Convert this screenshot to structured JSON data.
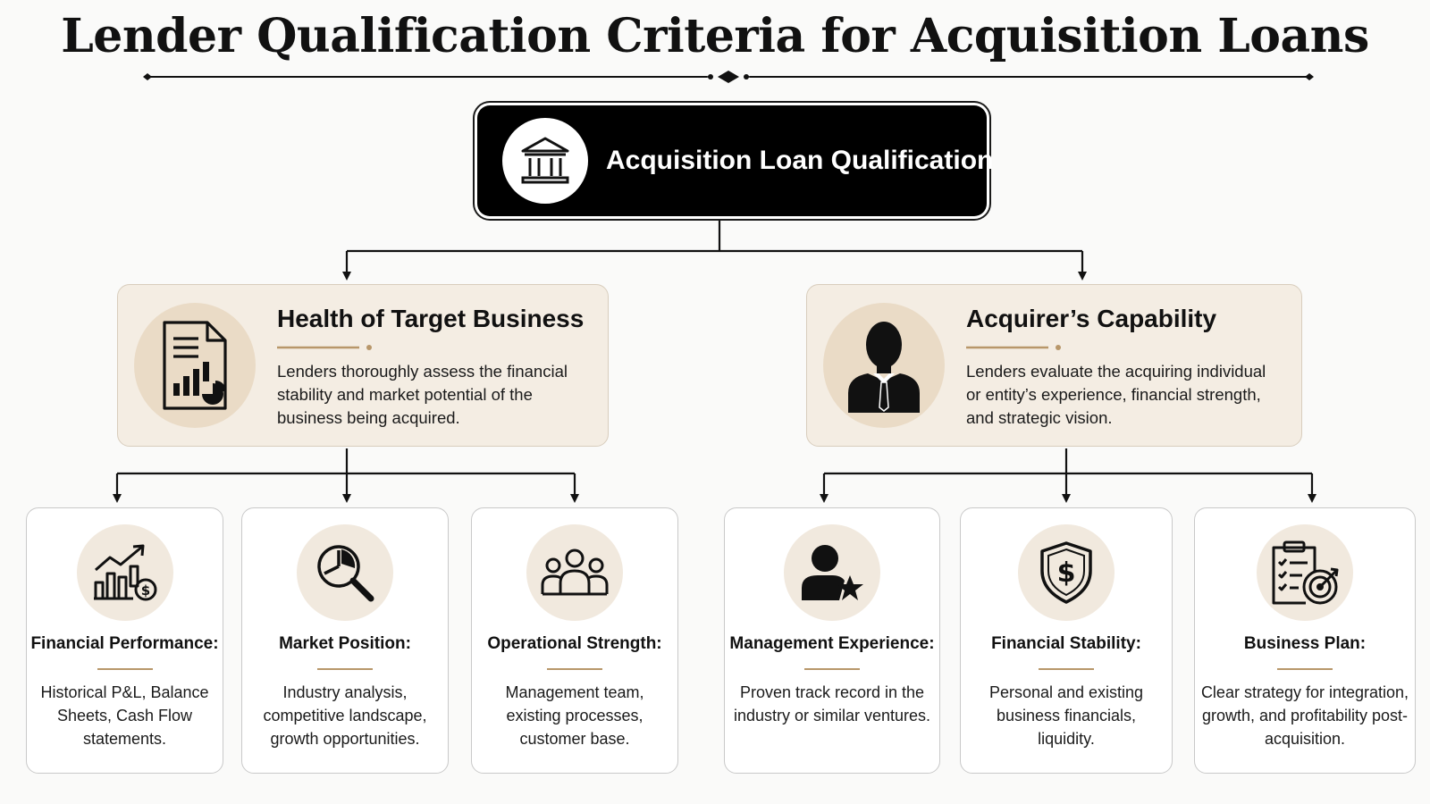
{
  "title": "Lender Qualification Criteria for Acquisition Loans",
  "root": {
    "label": "Acquisition Loan Qualification",
    "icon": "bank-icon"
  },
  "branches": [
    {
      "title": "Health of Target Business",
      "description": "Lenders thoroughly assess the financial stability and market potential of the business being acquired.",
      "icon": "financial-report-icon"
    },
    {
      "title": "Acquirer’s Capability",
      "description": "Lenders evaluate the acquiring individual or entity’s experience, financial strength, and strategic vision.",
      "icon": "businessman-icon"
    }
  ],
  "leaves": [
    {
      "title": "Financial Performance:",
      "description": "Historical P&L, Balance Sheets, Cash Flow statements.",
      "icon": "growth-chart-dollar-icon"
    },
    {
      "title": "Market Position:",
      "description": "Industry analysis, competitive landscape, growth opportunities.",
      "icon": "magnifier-pie-chart-icon"
    },
    {
      "title": "Operational Strength:",
      "description": "Management team, existing processes, customer base.",
      "icon": "team-icon"
    },
    {
      "title": "Management Experience:",
      "description": "Proven track record in the industry or similar ventures.",
      "icon": "user-star-icon"
    },
    {
      "title": "Financial Stability:",
      "description": "Personal and existing business financials, liquidity.",
      "icon": "shield-dollar-icon"
    },
    {
      "title": "Business Plan:",
      "description": "Clear strategy for integration, growth, and profitability post-acquisition.",
      "icon": "clipboard-target-icon"
    }
  ],
  "colors": {
    "accent": "#b8976a",
    "branch_bg": "#f4ede3",
    "icon_circle": "#f1e9de",
    "root_bg": "#000000"
  }
}
